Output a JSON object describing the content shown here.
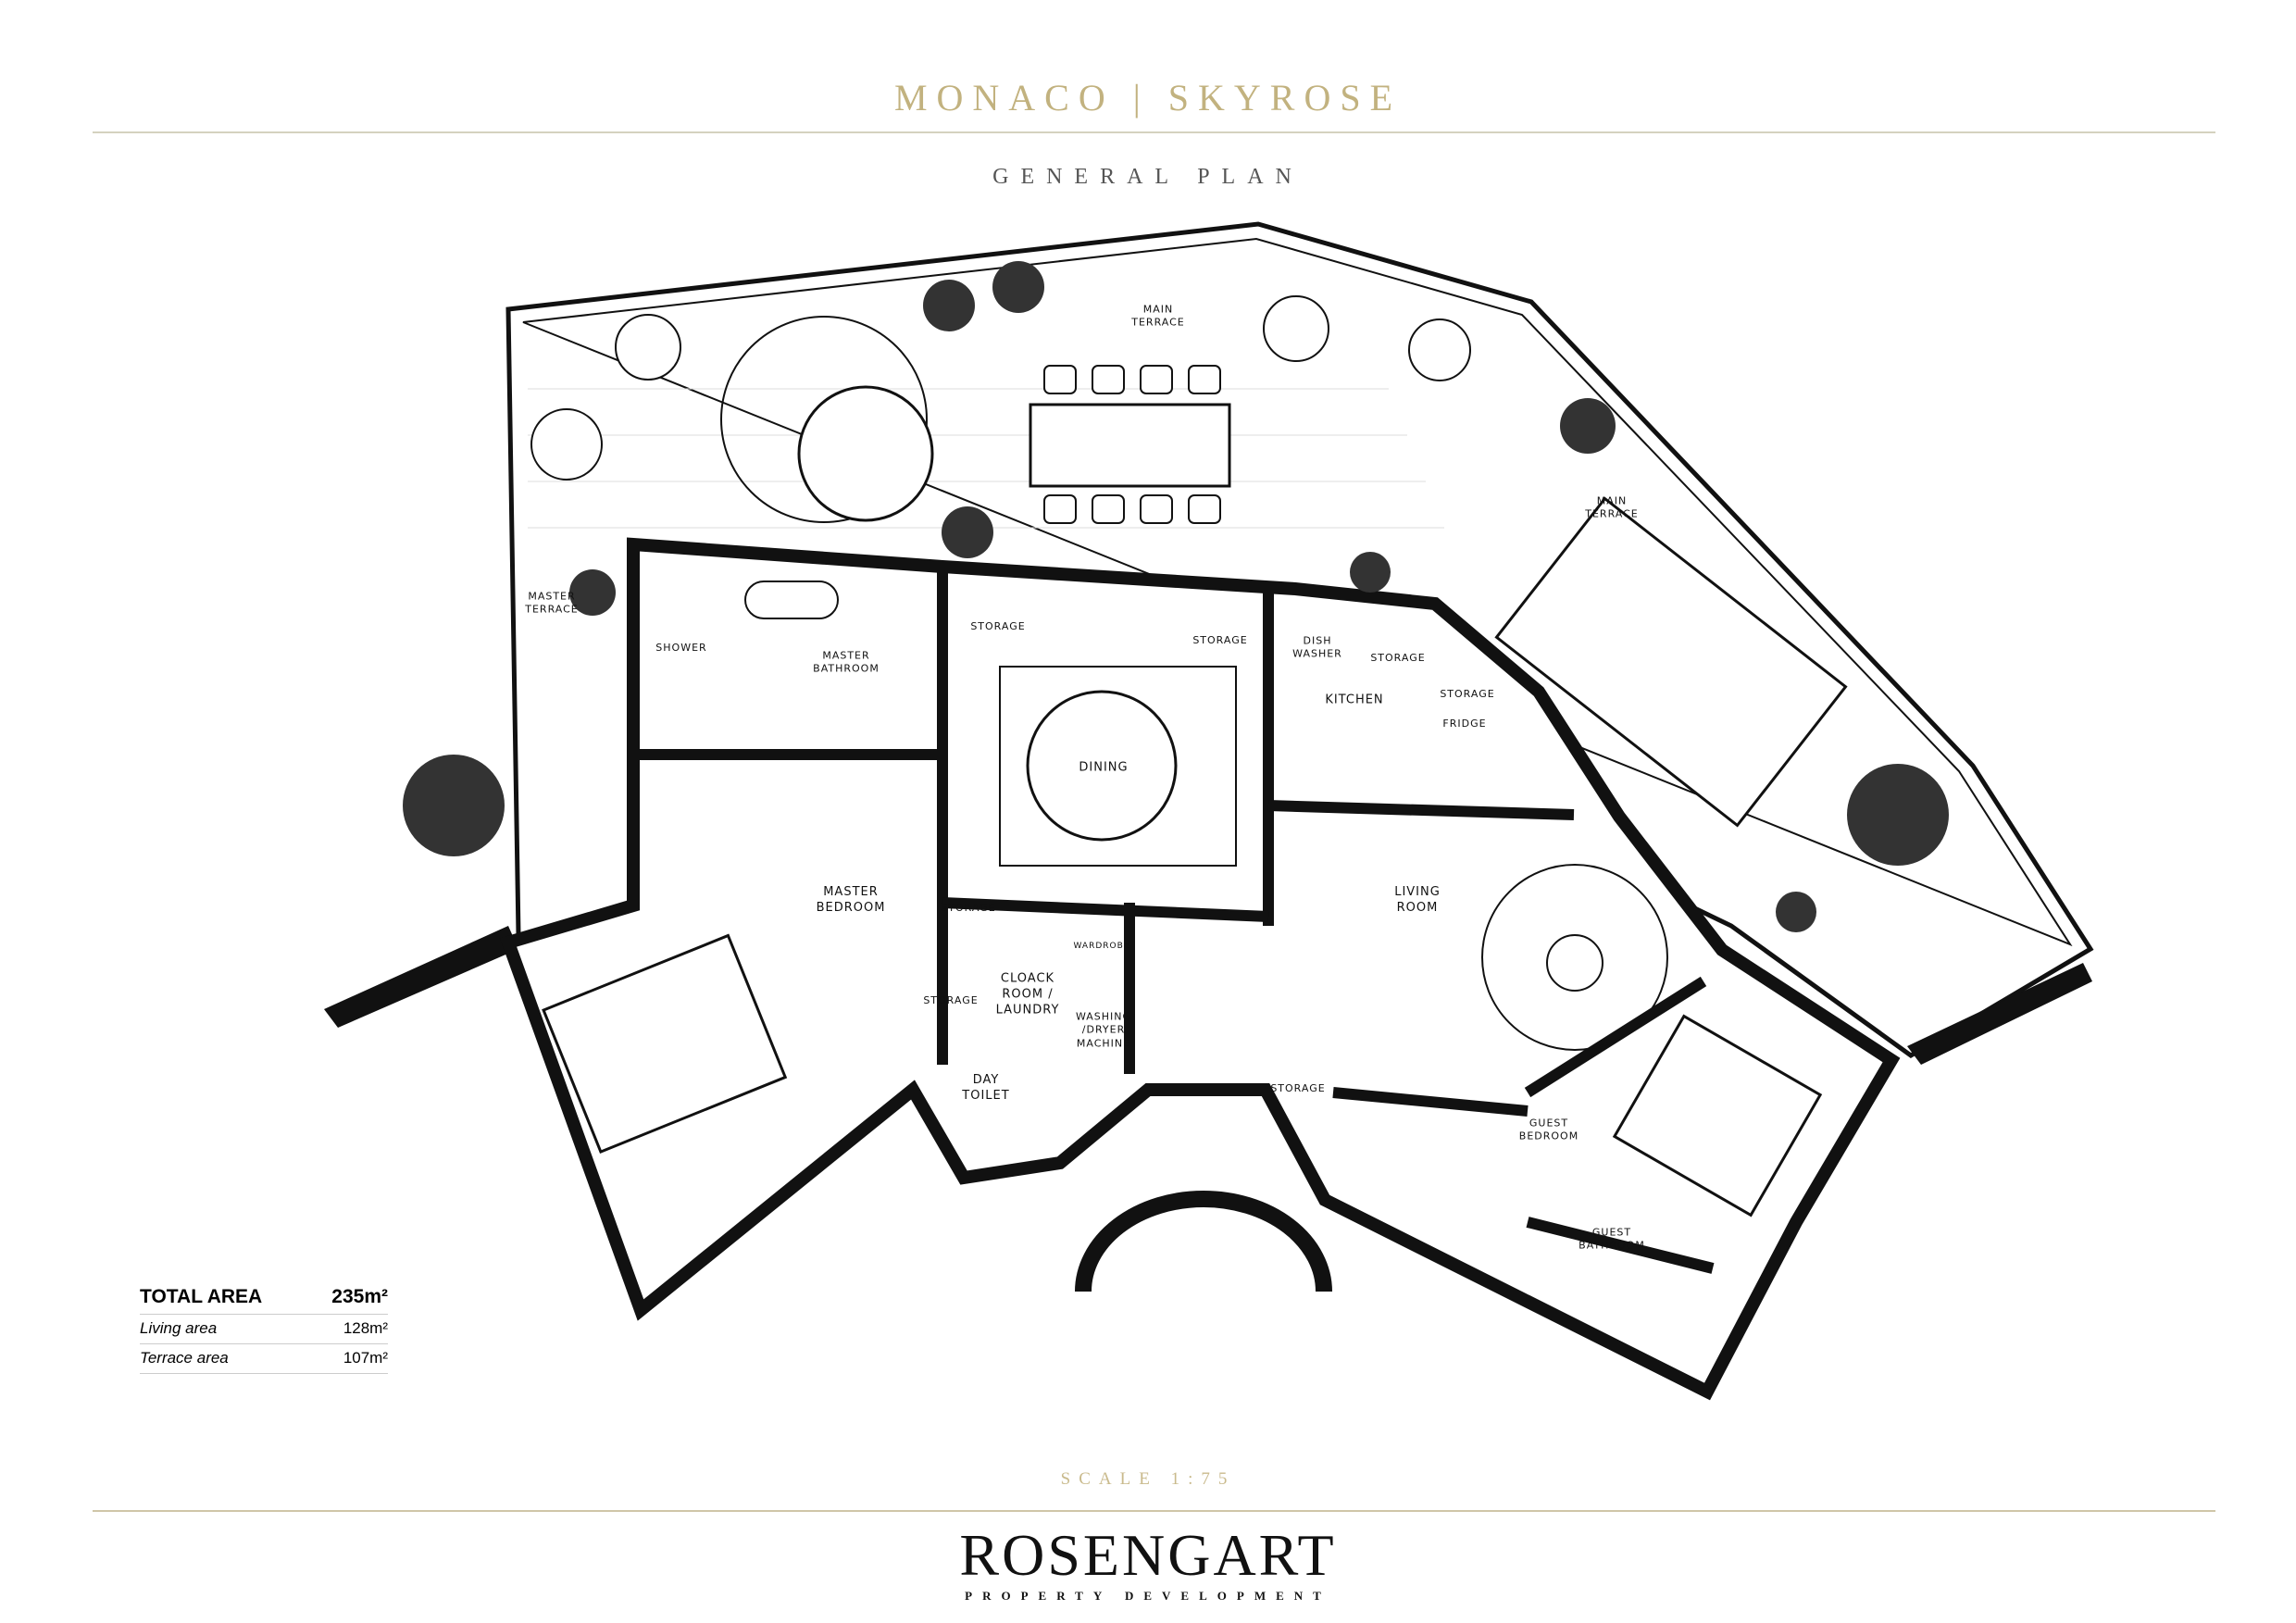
{
  "header": {
    "title": "MONACO | SKYROSE",
    "subtitle": "GENERAL PLAN"
  },
  "rooms": {
    "main_terrace_1": "MAIN\nTERRACE",
    "main_terrace_2": "MAIN\nTERRACE",
    "master_terrace": "MASTER\nTERRACE",
    "master_bathroom": "MASTER\nBATHROOM",
    "shower": "SHOWER",
    "storage_1": "STORAGE",
    "storage_2": "STORAGE",
    "dish_washer": "DISH\nWASHER",
    "storage_3": "STORAGE",
    "kitchen": "KITCHEN",
    "storage_4": "STORAGE",
    "fridge": "FRIDGE",
    "dining": "DINING",
    "master_bedroom": "MASTER\nBEDROOM",
    "storage_5": "STORAGE",
    "living_room": "LIVING\nROOM",
    "cloack_room": "CLOACK\nROOM /\nLAUNDRY",
    "storage_6": "STORAGE",
    "wardrobe": "WARDROBE",
    "washing": "WASHING\n/DRYER\nMACHINE",
    "day_toilet": "DAY\nTOILET",
    "storage_7": "STORAGE",
    "guest_bedroom": "GUEST\nBEDROOM",
    "guest_bathroom": "GUEST\nBATHROOM"
  },
  "area": {
    "total_label": "TOTAL AREA",
    "total_value": "235m²",
    "living_label": "Living area",
    "living_value": "128m²",
    "terrace_label": "Terrace area",
    "terrace_value": "107m²"
  },
  "footer": {
    "scale": "SCALE 1:75",
    "brand": "ROSENGART",
    "brand_sub": "PROPERTY DEVELOPMENT"
  },
  "colors": {
    "gold": "#c2b27f",
    "ink": "#111111",
    "rule": "#d4d2bf"
  }
}
